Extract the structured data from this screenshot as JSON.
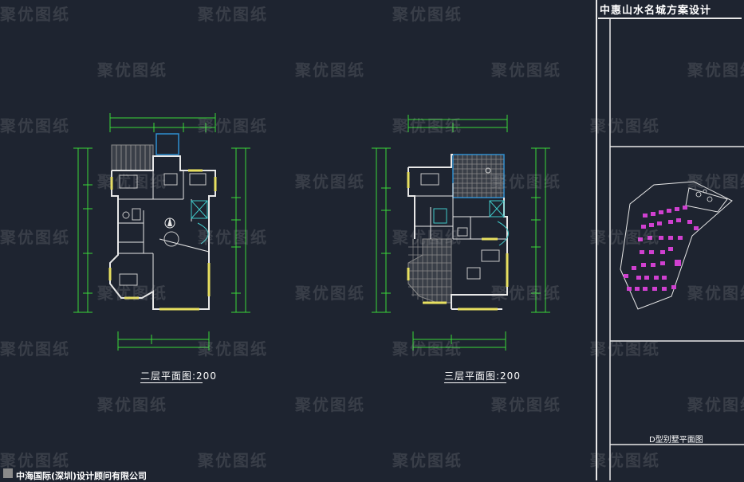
{
  "title_block": {
    "project_title": "中惠山水名城方案设计",
    "sheet_name": "D型别墅平面图",
    "company": "中海国际(深圳)设计顾问有限公司"
  },
  "plans": [
    {
      "caption": "二层平面图:200"
    },
    {
      "caption": "三层平面图:200"
    }
  ],
  "watermark_text": "聚优图纸",
  "colors": {
    "background": "#1e2430",
    "walls": "#e8e8e8",
    "dimensions": "#39d839",
    "windows": "#e8e060",
    "hatch": "#8a8a8a",
    "roof_outline": "#2f8fd0",
    "site_units": "#d040d0",
    "stairs": "#40c8c8"
  },
  "icons": [
    "company-logo-icon",
    "north-compass-icon"
  ]
}
